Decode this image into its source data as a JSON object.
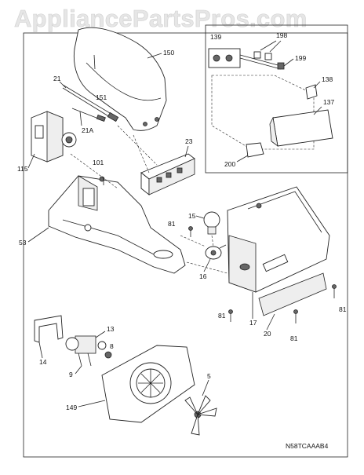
{
  "header": {
    "watermark": "AppliancePartsPros.com"
  },
  "diagram": {
    "code": "N58TCAAAB4",
    "labels": {
      "p150": "150",
      "p151": "151",
      "p21": "21",
      "p21a": "21A",
      "p115": "115",
      "p23": "23",
      "p101": "101",
      "p53": "53",
      "p15": "15",
      "p81a": "81",
      "p16": "16",
      "p139": "139",
      "p198": "198",
      "p199": "199",
      "p138": "138",
      "p137": "137",
      "p200": "200",
      "p81b": "81",
      "p17": "17",
      "p20": "20",
      "p81c": "81",
      "p81d": "81",
      "p13": "13",
      "p8": "8",
      "p14": "14",
      "p9": "9",
      "p5": "5",
      "p149": "149"
    }
  }
}
